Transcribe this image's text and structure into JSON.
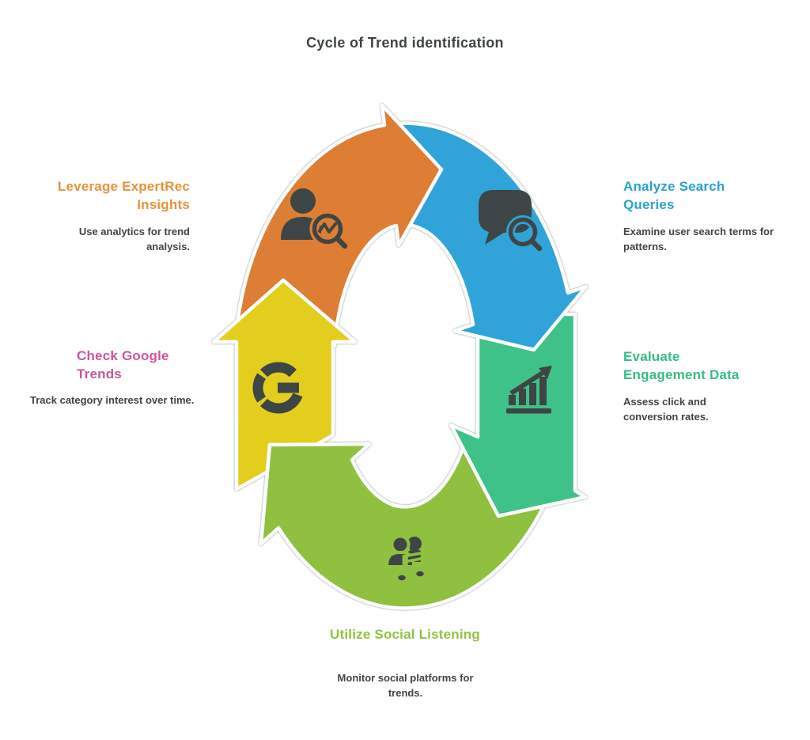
{
  "title": "Cycle of Trend identification",
  "steps": [
    {
      "id": "leverage-expertrec-insights",
      "heading": "Leverage ExpertRec Insights",
      "description": "Use analytics for trend analysis.",
      "heading_color": "#E8923A",
      "arrow_color": "#DE7E34",
      "icon": "person-analytics-icon"
    },
    {
      "id": "analyze-search-queries",
      "heading": "Analyze Search Queries",
      "description": "Examine user search terms for patterns.",
      "heading_color": "#29A2D4",
      "arrow_color": "#30A4D8",
      "icon": "chat-search-icon"
    },
    {
      "id": "evaluate-engagement-data",
      "heading": "Evaluate Engagement Data",
      "description": "Assess click and conversion rates.",
      "heading_color": "#35BD80",
      "arrow_color": "#3FC289",
      "icon": "growth-chart-icon"
    },
    {
      "id": "utilize-social-listening",
      "heading": "Utilize Social Listening",
      "description": "Monitor social platforms for trends.",
      "heading_color": "#8DC63F",
      "arrow_color": "#8FC040",
      "icon": "people-music-icon"
    },
    {
      "id": "check-google-trends",
      "heading": "Check Google Trends",
      "description": "Track category interest over time.",
      "heading_color": "#D1549E",
      "arrow_color": "#E3CE1E",
      "icon": "google-g-icon"
    }
  ],
  "colors": {
    "title_text": "#3E4543",
    "body_text": "#3F4444",
    "icon": "#3E4545",
    "outline": "#FFFFFF"
  }
}
